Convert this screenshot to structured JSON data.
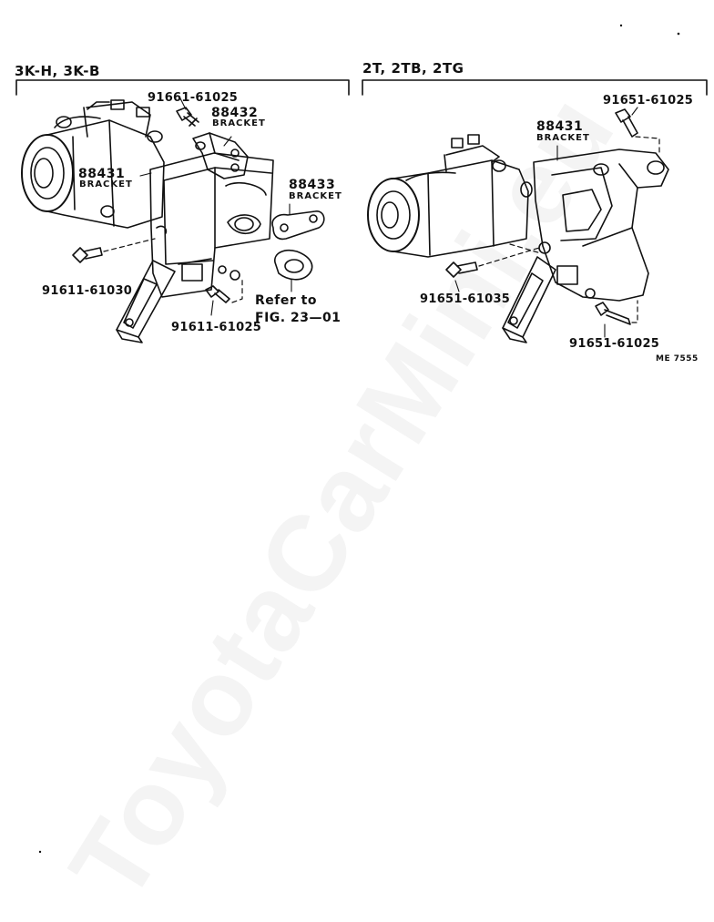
{
  "watermark": "ToyotaCarMini.eu",
  "left_group": {
    "header": "3K-H, 3K-B",
    "labels": {
      "bolt_top": "91661-61025",
      "bracket_88432_num": "88432",
      "bracket_88432_name": "BRACKET",
      "bracket_88431_num": "88431",
      "bracket_88431_name": "BRACKET",
      "bracket_88433_num": "88433",
      "bracket_88433_name": "BRACKET",
      "bolt_left": "91611-61030",
      "bolt_bottom": "91611-61025",
      "refer_line1": "Refer to",
      "refer_line2": "FIG. 23—01"
    }
  },
  "right_group": {
    "header": "2T, 2TB, 2TG",
    "labels": {
      "bolt_top": "91651-61025",
      "bracket_88431_num": "88431",
      "bracket_88431_name": "BRACKET",
      "bolt_left": "91651-61035",
      "bolt_bottom": "91651-61025"
    }
  },
  "figure_code": "ME 7555"
}
